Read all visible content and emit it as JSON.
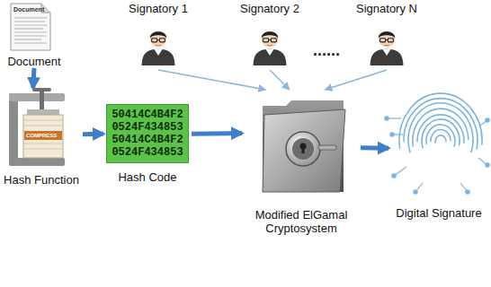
{
  "diagram": {
    "nodes": [
      {
        "text": [
          "Document"
        ]
      },
      {
        "text": [
          "Hash Function"
        ]
      },
      {
        "text": [
          "50414C4B4F2 0524F434853 50414C4B4F2 0524F434853",
          "Hash Code"
        ]
      },
      {
        "text": [
          "Signatory 1"
        ]
      },
      {
        "text": [
          "Signatory 2"
        ]
      },
      {
        "text": [
          "Signatory N"
        ]
      },
      {
        "text": [
          "Modified ElGamal Cryptosystem"
        ]
      },
      {
        "text": [
          "Digital Signature"
        ]
      }
    ],
    "edges": [
      {
        "from": 0,
        "to": 1,
        "arrow": "to"
      },
      {
        "from": 1,
        "to": 2,
        "arrow": "to"
      },
      {
        "from": 2,
        "to": 6,
        "arrow": "to"
      },
      {
        "from": 3,
        "to": 6,
        "arrow": "to"
      },
      {
        "from": 4,
        "to": 6,
        "arrow": "to"
      },
      {
        "from": 5,
        "to": 6,
        "arrow": "to"
      },
      {
        "from": 6,
        "to": 7,
        "arrow": "to"
      }
    ],
    "labels": [
      "Document",
      "COMPRESS",
      "......"
    ]
  }
}
